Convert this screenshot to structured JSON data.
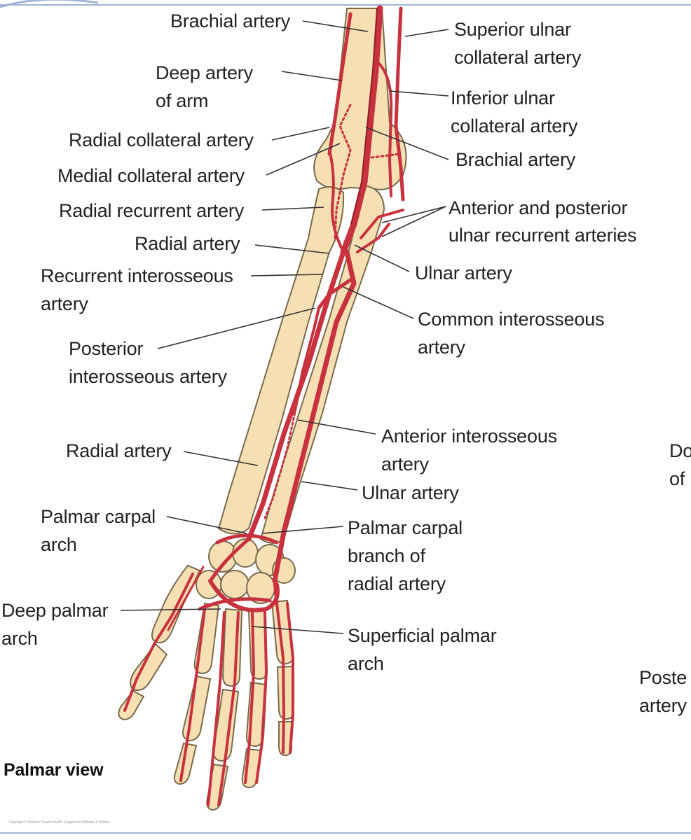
{
  "view_label": "Palmar view",
  "copyright": "Copyright © Wolters Kluwer Health | Lippincott Williams & Wilkins",
  "labels_left": {
    "brachial_artery_top": "Brachial artery",
    "deep_artery_of_arm": [
      "Deep artery",
      "of arm"
    ],
    "radial_collateral_artery": "Radial collateral artery",
    "medial_collateral_artery": "Medial collateral artery",
    "radial_recurrent_artery": "Radial recurrent artery",
    "radial_artery_upper": "Radial artery",
    "recurrent_interosseous_artery": [
      "Recurrent interosseous",
      "artery"
    ],
    "posterior_interosseous_artery": [
      "Posterior",
      "interosseous artery"
    ],
    "radial_artery_lower": "Radial artery",
    "palmar_carpal_arch": [
      "Palmar carpal",
      "arch"
    ],
    "deep_palmar_arch": [
      "Deep palmar",
      "arch"
    ]
  },
  "labels_right": {
    "superior_ulnar_collateral_artery": [
      "Superior ulnar",
      "collateral artery"
    ],
    "inferior_ulnar_collateral_artery": [
      "Inferior ulnar",
      "collateral artery"
    ],
    "brachial_artery": "Brachial artery",
    "ulnar_recurrent_arteries": [
      "Anterior and posterior",
      "ulnar recurrent arteries"
    ],
    "ulnar_artery_upper": "Ulnar artery",
    "common_interosseous_artery": [
      "Common interosseous",
      "artery"
    ],
    "anterior_interosseous_artery": [
      "Anterior interosseous",
      "artery"
    ],
    "ulnar_artery_lower": "Ulnar artery",
    "palmar_carpal_branch": [
      "Palmar carpal",
      "branch of",
      "radial artery"
    ],
    "superficial_palmar_arch": [
      "Superficial palmar",
      "arch"
    ]
  },
  "partial_labels_edge": {
    "top": [
      "Do",
      "of"
    ],
    "bottom": [
      "Poste",
      "artery"
    ]
  },
  "colors": {
    "bone": "#f5dfb3",
    "bone_outline": "#7a6a4c",
    "artery": "#c8323e",
    "artery_dark": "#8f1d28",
    "leader": "#333333",
    "frame": "#9fb4d6"
  }
}
